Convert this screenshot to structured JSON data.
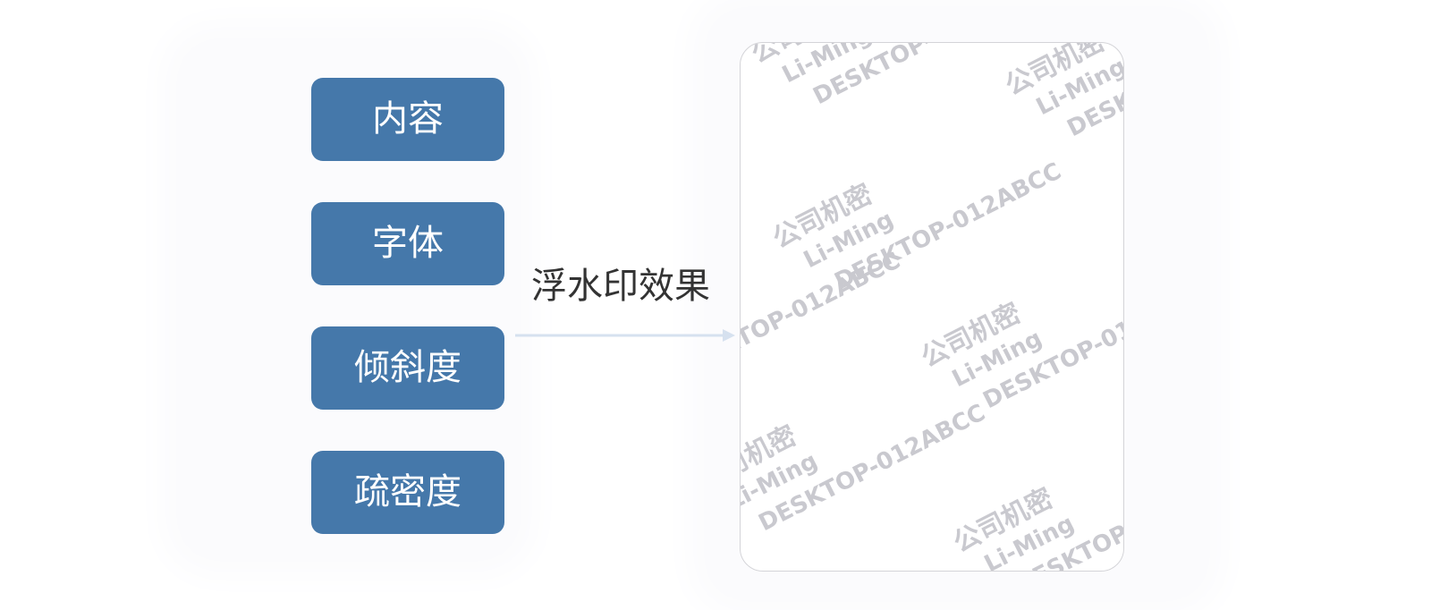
{
  "settings": {
    "items": [
      {
        "label": "内容"
      },
      {
        "label": "字体"
      },
      {
        "label": "倾斜度"
      },
      {
        "label": "疏密度"
      }
    ]
  },
  "arrow_label": "浮水印效果",
  "watermark": {
    "line1": "公司机密",
    "line2": "Li-Ming",
    "line3": "DESKTOP-012ABCC"
  },
  "colors": {
    "button_bg": "#4578aa",
    "arrow": "#d6e1ef",
    "watermark_text": "#c9c9cf"
  }
}
